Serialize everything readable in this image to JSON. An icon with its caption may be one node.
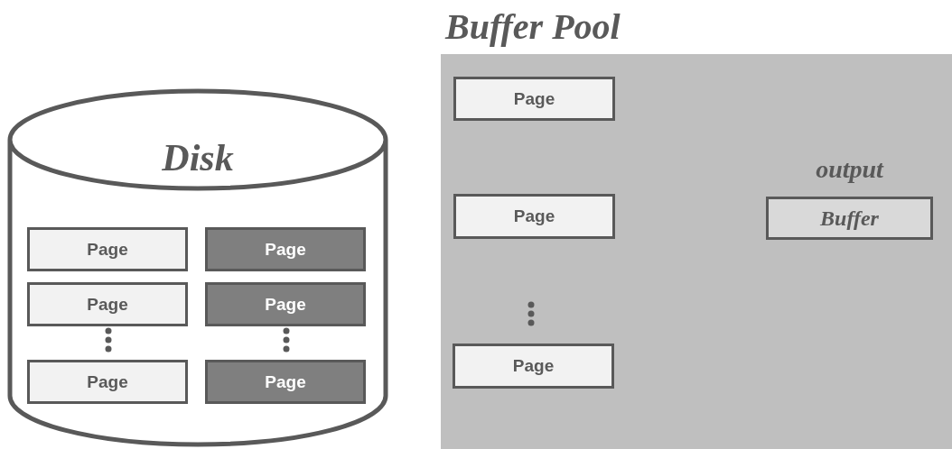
{
  "diagram": {
    "nodes": [
      {
        "text": [
          "Disk"
        ]
      },
      {
        "text": [
          "Page"
        ],
        "in": 0
      },
      {
        "text": [
          "Page"
        ],
        "in": 0
      },
      {
        "text": [
          "Page"
        ],
        "in": 0
      },
      {
        "text": [
          "Page"
        ],
        "in": 0
      },
      {
        "text": [
          "Page"
        ],
        "in": 0
      },
      {
        "text": [
          "Page"
        ],
        "in": 0
      },
      {
        "text": [
          "Buffer Pool"
        ]
      },
      {
        "text": [
          "Page"
        ],
        "in": 7
      },
      {
        "text": [
          "Page"
        ],
        "in": 7
      },
      {
        "text": [
          "Page"
        ],
        "in": 7
      },
      {
        "text": [
          "output",
          "Buffer"
        ],
        "in": 7
      }
    ]
  }
}
